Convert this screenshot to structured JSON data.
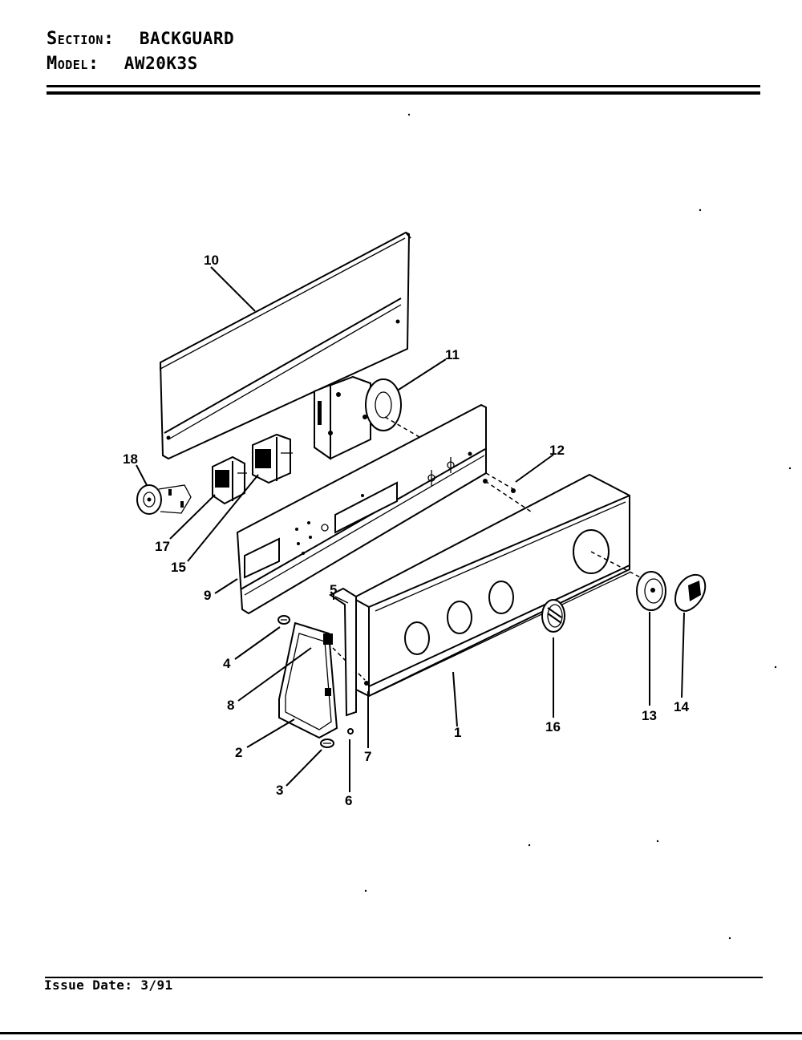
{
  "header": {
    "section_label": "Section:",
    "section_value": "BACKGUARD",
    "model_label": "Model:",
    "model_value": "AW20K3S"
  },
  "footer": {
    "issue_label": "Issue Date:",
    "issue_value": "3/91"
  },
  "callouts": {
    "c1": "1",
    "c2": "2",
    "c3": "3",
    "c4": "4",
    "c5": "5",
    "c6": "6",
    "c7": "7",
    "c8": "8",
    "c9": "9",
    "c10": "10",
    "c11": "11",
    "c12": "12",
    "c13": "13",
    "c14": "14",
    "c15": "15",
    "c16": "16",
    "c17": "17",
    "c18": "18"
  }
}
